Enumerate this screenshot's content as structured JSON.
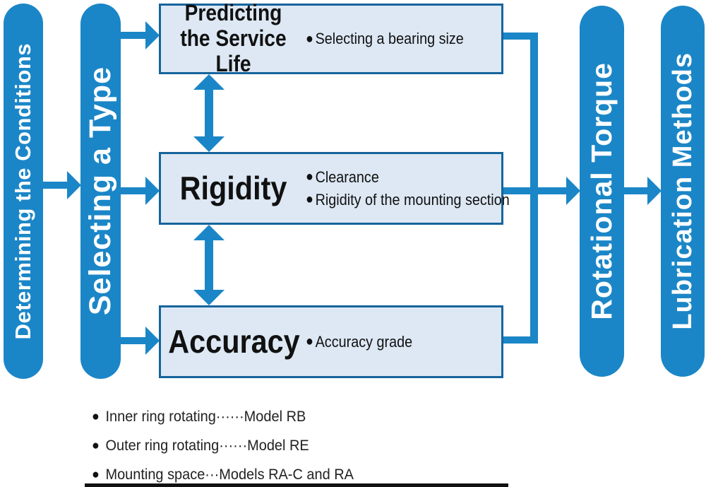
{
  "diagram": {
    "bullet_glyph": "●",
    "colors": {
      "accent_blue": "#1b86c7",
      "box_fill": "#dde8f4",
      "box_border": "#16649c",
      "bar_black": "#111111"
    },
    "pills": [
      {
        "label": "Determining the Conditions"
      },
      {
        "label": "Selecting a Type"
      },
      {
        "label": "Rotational Torque"
      },
      {
        "label": "Lubrication Methods"
      }
    ],
    "boxes": [
      {
        "title": "Predicting\nthe Service Life",
        "bullets": [
          "Selecting a bearing size"
        ]
      },
      {
        "title": "Rigidity",
        "bullets": [
          "Clearance",
          "Rigidity of the mounting section"
        ]
      },
      {
        "title": "Accuracy",
        "bullets": [
          "Accuracy grade"
        ]
      }
    ],
    "legend": [
      "Inner ring rotating······Model RB",
      "Outer ring rotating······Model RE",
      "Mounting space···Models RA-C and RA"
    ]
  }
}
